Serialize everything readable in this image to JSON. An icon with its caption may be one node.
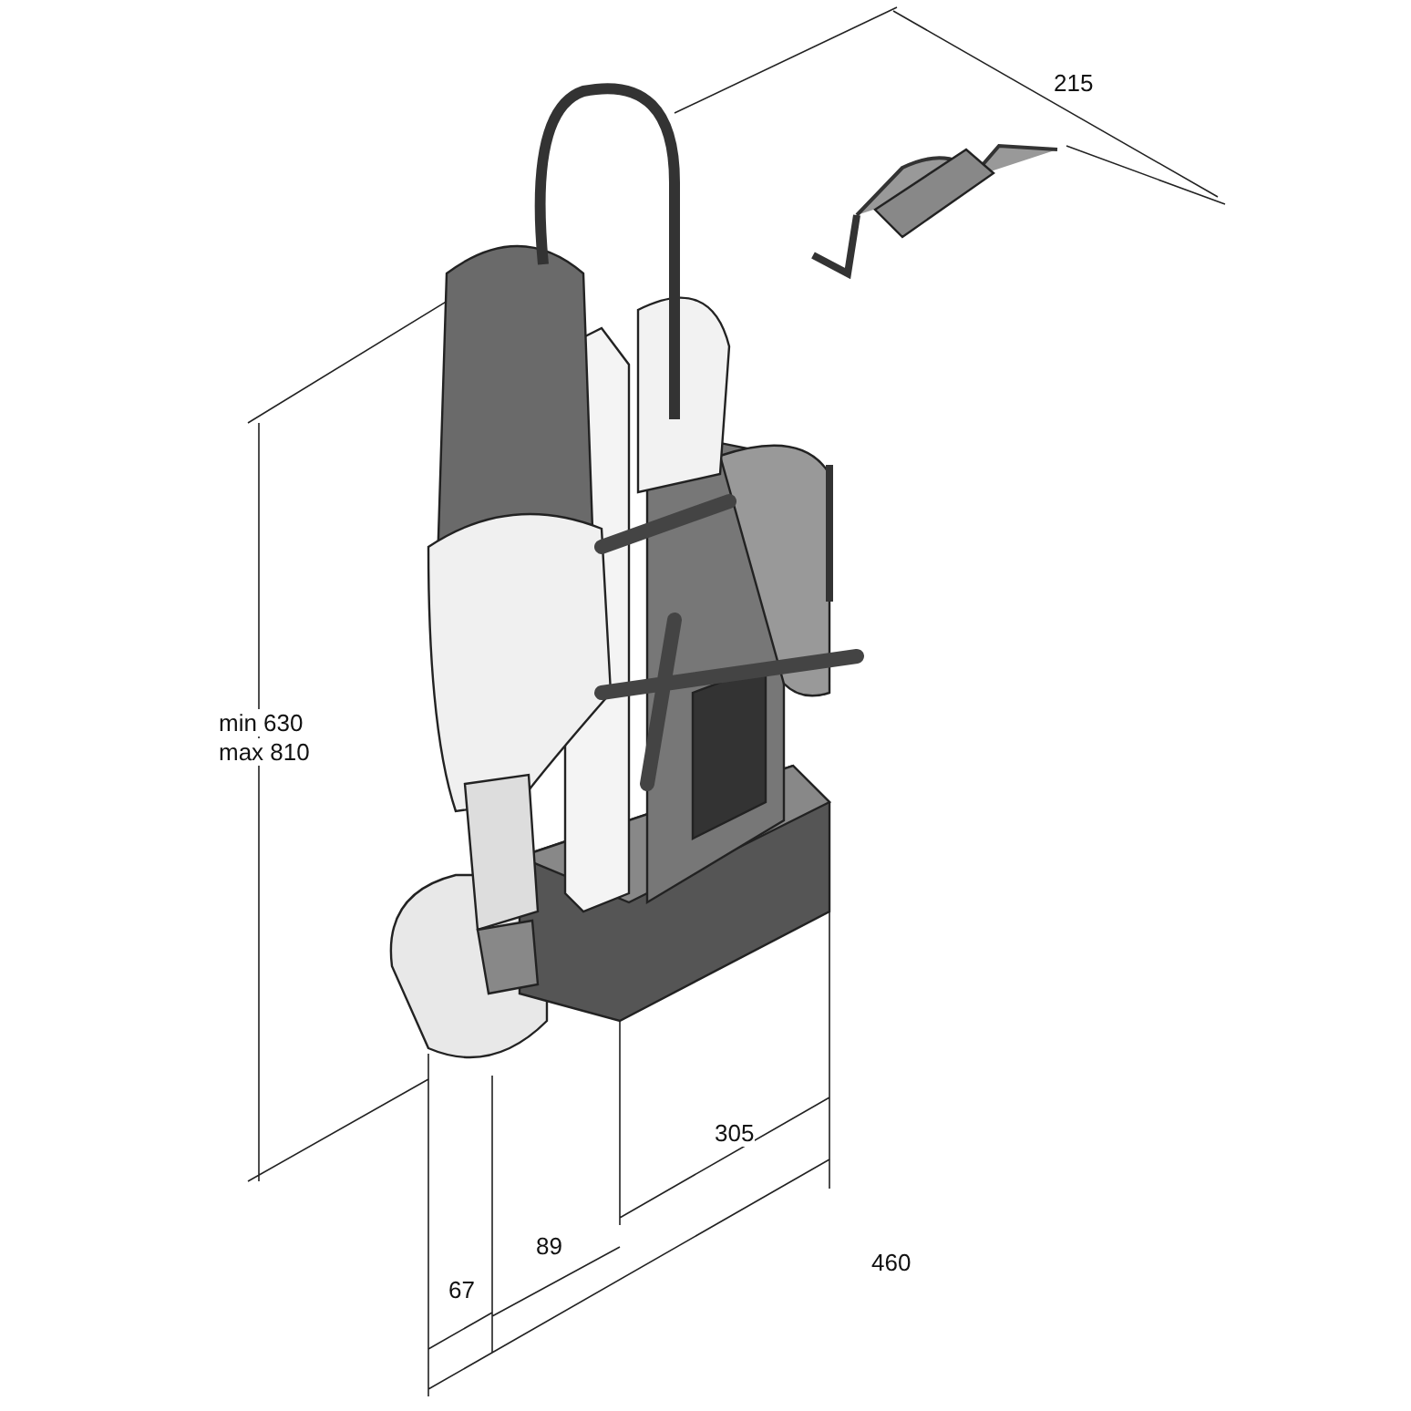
{
  "diagram": {
    "labels": [
      "215",
      "min 630",
      "max 810",
      "305",
      "89",
      "460",
      "67"
    ]
  }
}
